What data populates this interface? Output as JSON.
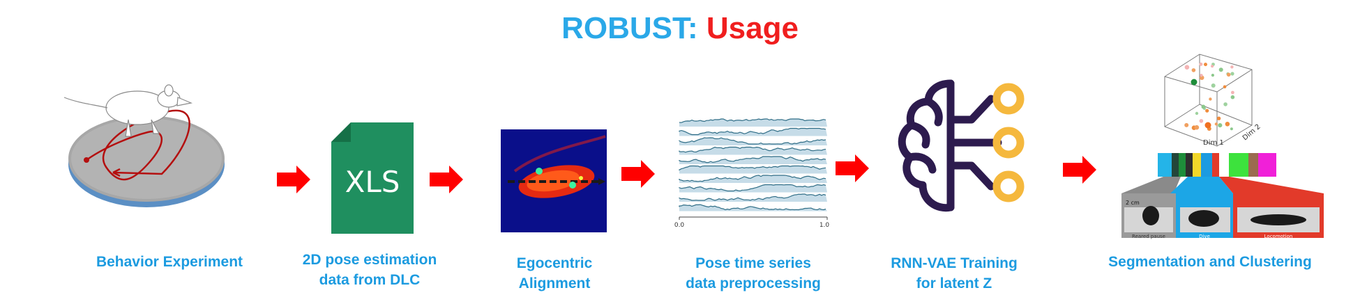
{
  "title": {
    "part1": "ROBUST:",
    "part2": "Usage"
  },
  "steps": [
    {
      "line1": "Behavior Experiment",
      "line2": ""
    },
    {
      "line1": "2D pose estimation",
      "line2": "data from DLC"
    },
    {
      "line1": "Egocentric",
      "line2": "Alignment"
    },
    {
      "line1": "Pose time series",
      "line2": "data preprocessing"
    },
    {
      "line1": "RNN-VAE Training",
      "line2": "for latent Z"
    },
    {
      "line1": "Segmentation and Clustering",
      "line2": ""
    }
  ],
  "xls_icon_text": "XLS",
  "timeseries_axis": {
    "start": "0.0",
    "end": "1.0"
  },
  "scatter_axes": {
    "x": "Dim 1",
    "z": "Dim 2"
  },
  "video_panels": {
    "scale": "2 cm",
    "labels": [
      "Reared pause",
      "Dive",
      "Locomotion"
    ]
  },
  "colors": {
    "accent_blue": "#1c9be0",
    "title_red": "#f01e1e",
    "arrow_red": "#ff0000",
    "xls_green": "#1f8f5f",
    "node_yellow": "#f5b83d",
    "brain_purple": "#2d1b4e"
  }
}
